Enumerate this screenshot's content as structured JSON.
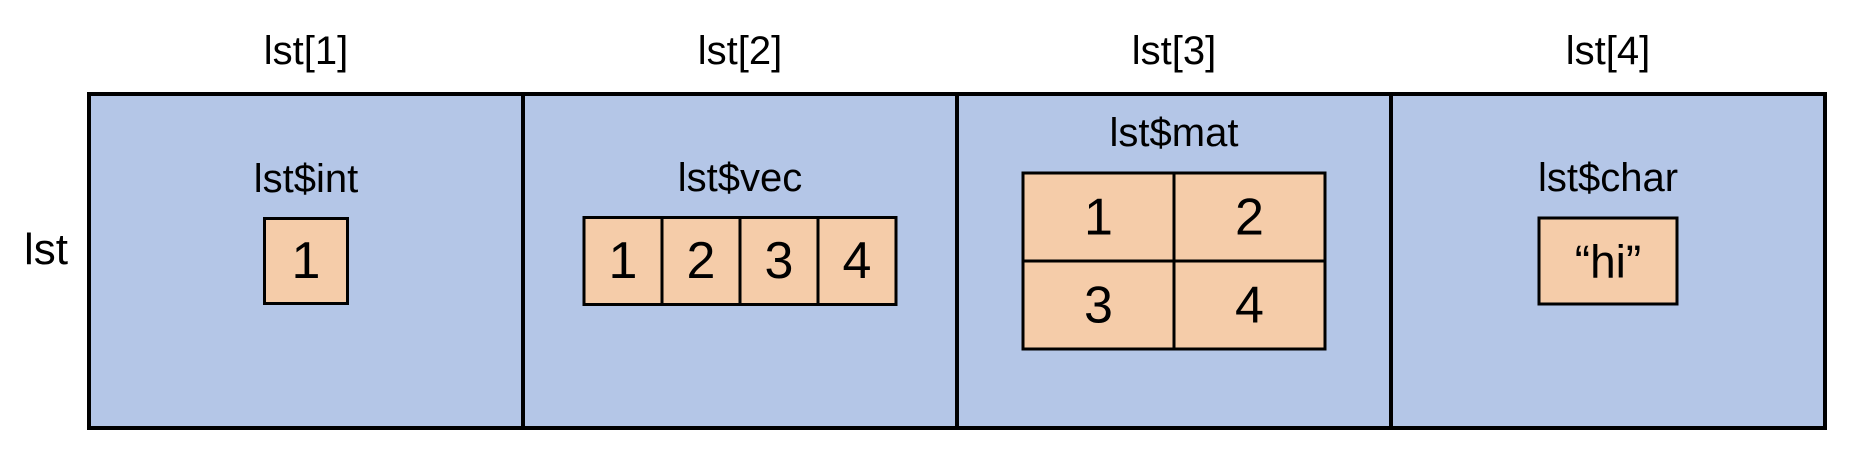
{
  "diagram": {
    "list_label": "lst",
    "colors": {
      "container_fill": "#b4c6e7",
      "cell_fill": "#f5cca9",
      "border": "#000000"
    },
    "sections": [
      {
        "index_label": "lst[1]",
        "name_label": "lst$int",
        "type": "scalar",
        "values": [
          "1"
        ]
      },
      {
        "index_label": "lst[2]",
        "name_label": "lst$vec",
        "type": "vector",
        "values": [
          "1",
          "2",
          "3",
          "4"
        ]
      },
      {
        "index_label": "lst[3]",
        "name_label": "lst$mat",
        "type": "matrix",
        "values": [
          [
            "1",
            "2"
          ],
          [
            "3",
            "4"
          ]
        ]
      },
      {
        "index_label": "lst[4]",
        "name_label": "lst$char",
        "type": "string",
        "values": [
          "“hi”"
        ]
      }
    ]
  }
}
